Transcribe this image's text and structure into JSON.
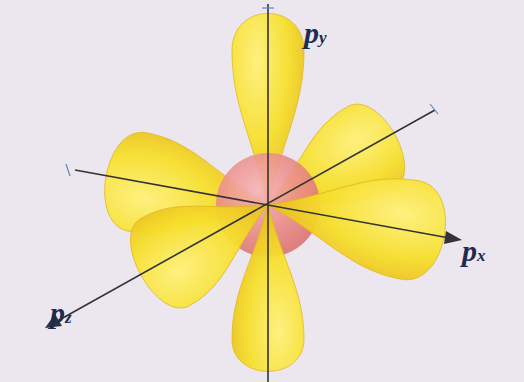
{
  "diagram": {
    "labels": [
      "py",
      "px",
      "pz"
    ]
  }
}
